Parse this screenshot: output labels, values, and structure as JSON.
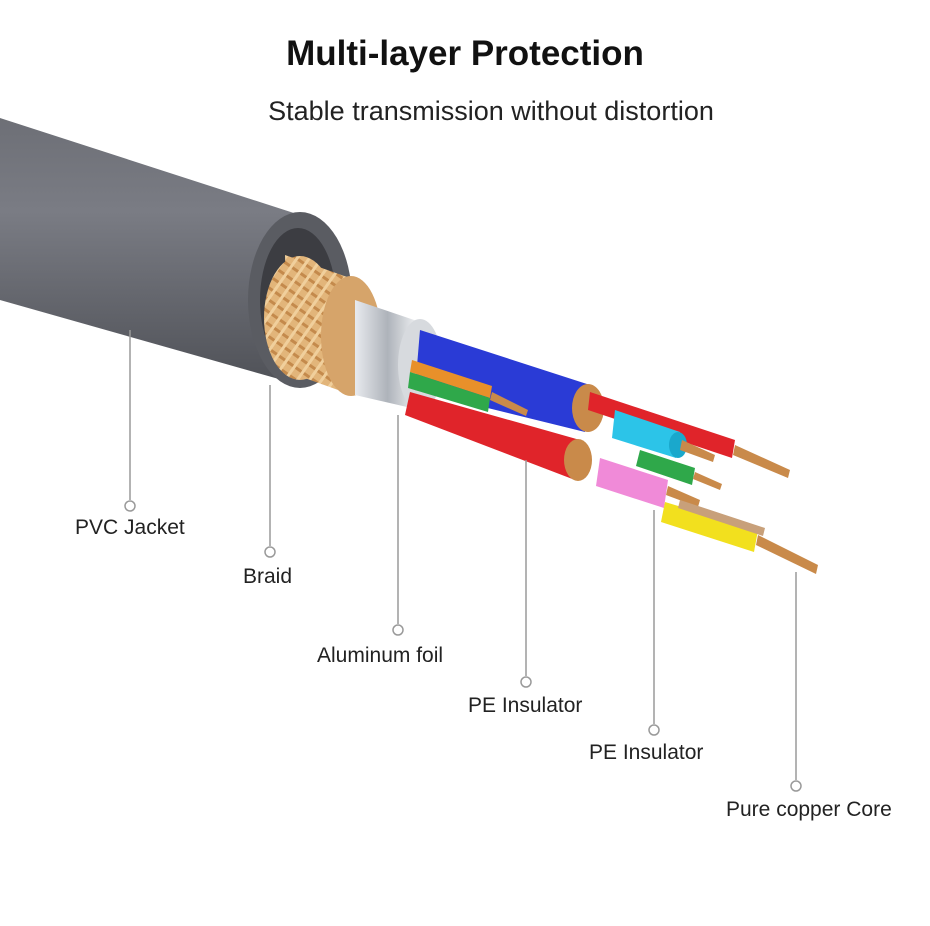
{
  "header": {
    "title": "Multi-layer Protection",
    "subtitle": "Stable transmission without distortion"
  },
  "callouts": [
    {
      "id": "pvc-jacket",
      "label": "PVC Jacket"
    },
    {
      "id": "braid",
      "label": "Braid"
    },
    {
      "id": "aluminum-foil",
      "label": "Aluminum foil"
    },
    {
      "id": "pe-insulator-1",
      "label": "PE Insulator"
    },
    {
      "id": "pe-insulator-2",
      "label": "PE Insulator"
    },
    {
      "id": "pure-copper-core",
      "label": "Pure copper Core"
    }
  ],
  "colors": {
    "jacket": "#5f6168",
    "braid": "#d9a86a",
    "foil": "#c9cdd2",
    "blue": "#2233cc",
    "red": "#e0242a",
    "green": "#2fa84a",
    "cyan": "#2cc4e8",
    "pink": "#f08ad8",
    "yellow": "#f2e01e",
    "orange": "#e8902a",
    "copper": "#c98a4a",
    "leader": "#9a9a9a"
  }
}
